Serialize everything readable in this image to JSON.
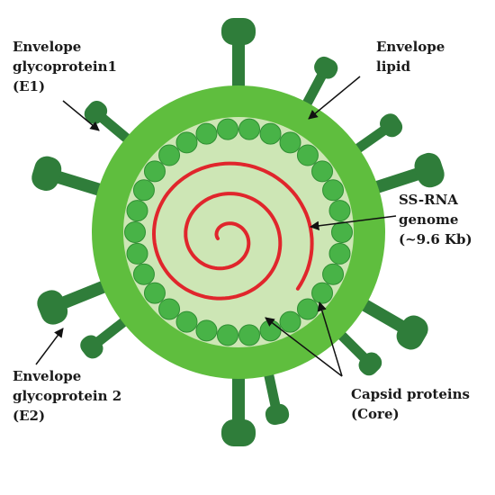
{
  "colors": {
    "envelope": "#5fbe3e",
    "interior": "#cde6b5",
    "capsid": "#48b347",
    "capsid_stroke": "#2f8f33",
    "glycoprotein": "#2f7d3a",
    "genome": "#e0262c",
    "arrow": "#111111"
  },
  "labels": {
    "e1": [
      "Envelope",
      "glycoprotein1",
      "(E1)"
    ],
    "lipid": [
      "Envelope",
      "lipid"
    ],
    "rna": [
      "SS-RNA",
      "genome",
      "(~9.6 Kb)"
    ],
    "e2": [
      "Envelope",
      "glycoprotein 2",
      "(E2)"
    ],
    "capsid": [
      "Capsid proteins",
      "(Core)"
    ]
  }
}
